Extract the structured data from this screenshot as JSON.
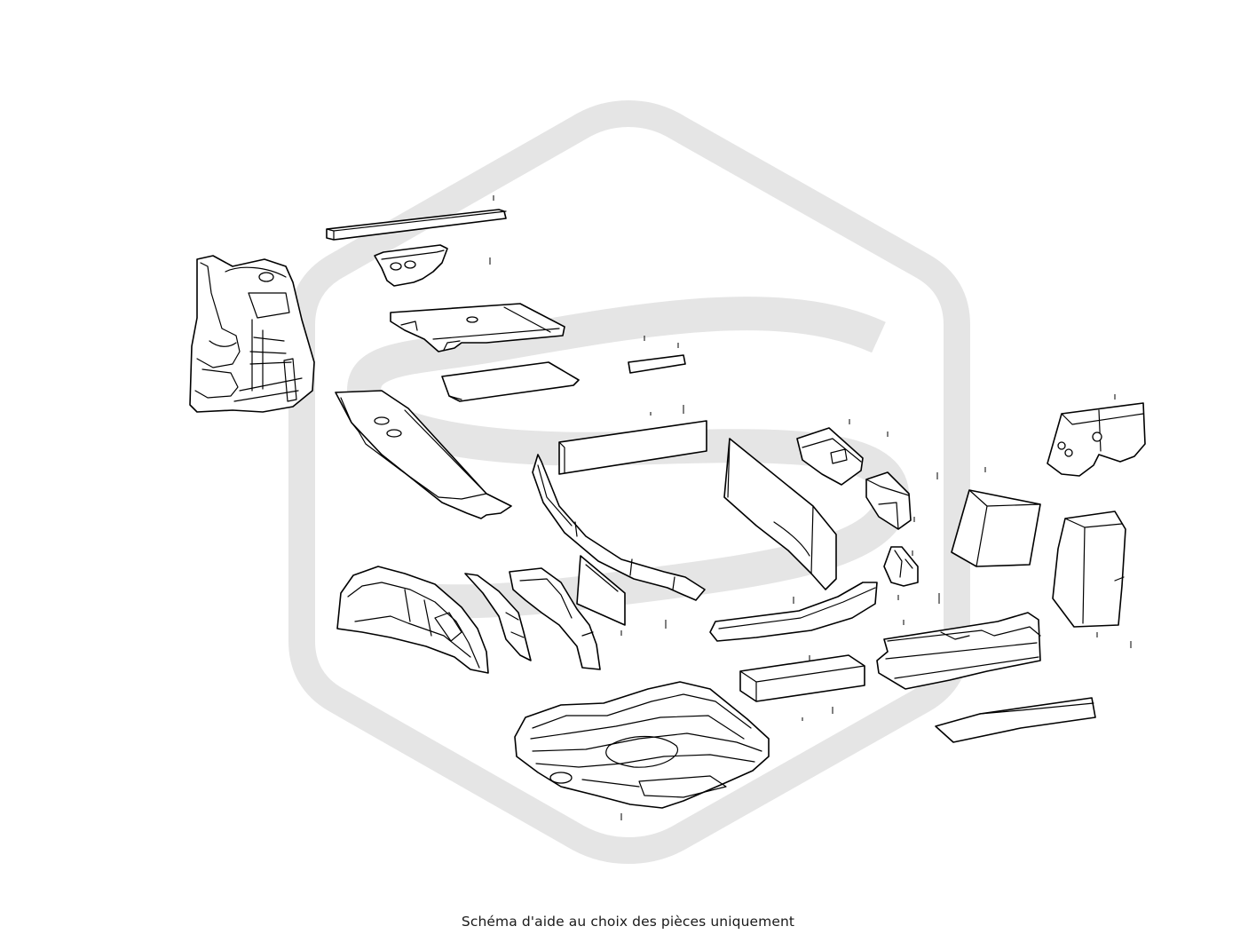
{
  "caption": "Schéma d'aide au choix des pièces uniquement",
  "colors": {
    "background": "#ffffff",
    "line": "#000000",
    "watermark": "#e5e5e5",
    "caption_text": "#1a1a1a"
  },
  "watermark": {
    "description": "brand-logo-hexagon-s"
  },
  "parts": [
    {
      "name": "part-bulkhead-left"
    },
    {
      "name": "part-strip-top"
    },
    {
      "name": "part-bracket-top"
    },
    {
      "name": "part-floor-panel-top"
    },
    {
      "name": "part-pad-top"
    },
    {
      "name": "part-small-block-top"
    },
    {
      "name": "part-long-shield-left"
    },
    {
      "name": "part-board-center"
    },
    {
      "name": "part-curved-panel-center"
    },
    {
      "name": "part-angled-panel-center"
    },
    {
      "name": "part-bracket-mid-right"
    },
    {
      "name": "part-block-mid-right"
    },
    {
      "name": "part-clip-mid-right"
    },
    {
      "name": "part-bracket-far-right"
    },
    {
      "name": "part-box-right"
    },
    {
      "name": "part-wheelarch-block-right"
    },
    {
      "name": "part-wheelarch-left"
    },
    {
      "name": "part-arch-trim-1"
    },
    {
      "name": "part-arch-trim-2"
    },
    {
      "name": "part-small-panel-center"
    },
    {
      "name": "part-sill-trim-center"
    },
    {
      "name": "part-box-bottom-center"
    },
    {
      "name": "part-rail-right"
    },
    {
      "name": "part-strip-bottom-right"
    },
    {
      "name": "part-floor-tray-bottom"
    }
  ]
}
